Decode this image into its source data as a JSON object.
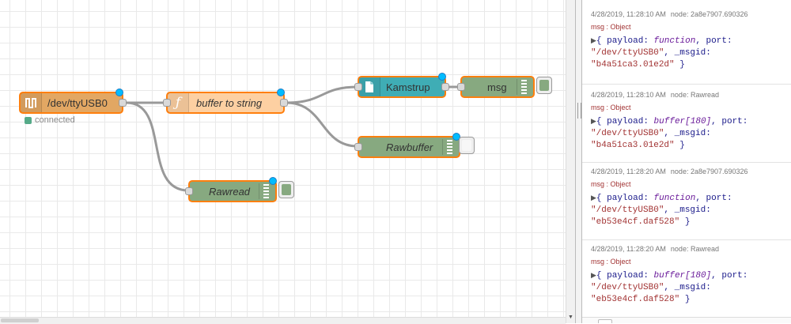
{
  "flow": {
    "nodes": {
      "serial": {
        "label": "/dev/ttyUSB0",
        "status": "connected",
        "color": "#e2a763",
        "icon": "serial-icon"
      },
      "function": {
        "label": "buffer to string",
        "color": "#fdd0a2",
        "icon": "function-icon"
      },
      "kamstrup": {
        "label": "Kamstrup",
        "color": "#3fadb5",
        "icon": "file-icon"
      },
      "msg": {
        "label": "msg",
        "color": "#87a980"
      },
      "rawbuffer": {
        "label": "Rawbuffer",
        "color": "#87a980"
      },
      "rawread": {
        "label": "Rawread",
        "color": "#87a980"
      }
    }
  },
  "sidebar": {
    "messages": [
      {
        "time": "4/28/2019, 11:28:10 AM",
        "node": "node: 2a8e7907.690326",
        "topic": "msg : Object",
        "line1_k": "{ payload: ",
        "line1_t": "function",
        "line1_r": ", port:",
        "line2": "\"/dev/ttyUSB0\"",
        "line2_r": ", _msgid:",
        "line3": "\"b4a51ca3.01e2d\"",
        "line3_r": " }"
      },
      {
        "time": "4/28/2019, 11:28:10 AM",
        "node": "node: Rawread",
        "topic": "msg : Object",
        "line1_k": "{ payload: ",
        "line1_t": "buffer[180]",
        "line1_r": ", port:",
        "line2": "\"/dev/ttyUSB0\"",
        "line2_r": ", _msgid:",
        "line3": "\"b4a51ca3.01e2d\"",
        "line3_r": " }"
      },
      {
        "time": "4/28/2019, 11:28:20 AM",
        "node": "node: 2a8e7907.690326",
        "topic": "msg : Object",
        "line1_k": "{ payload: ",
        "line1_t": "function",
        "line1_r": ", port:",
        "line2": "\"/dev/ttyUSB0\"",
        "line2_r": ", _msgid:",
        "line3": "\"eb53e4cf.daf528\"",
        "line3_r": " }"
      },
      {
        "time": "4/28/2019, 11:28:20 AM",
        "node": "node: Rawread",
        "topic": "msg : Object",
        "line1_k": "{ payload: ",
        "line1_t": "buffer[180]",
        "line1_r": ", port:",
        "line2": "\"/dev/ttyUSB0\"",
        "line2_r": ", _msgid:",
        "line3": "\"eb53e4cf.daf528\"",
        "line3_r": " }"
      }
    ]
  }
}
